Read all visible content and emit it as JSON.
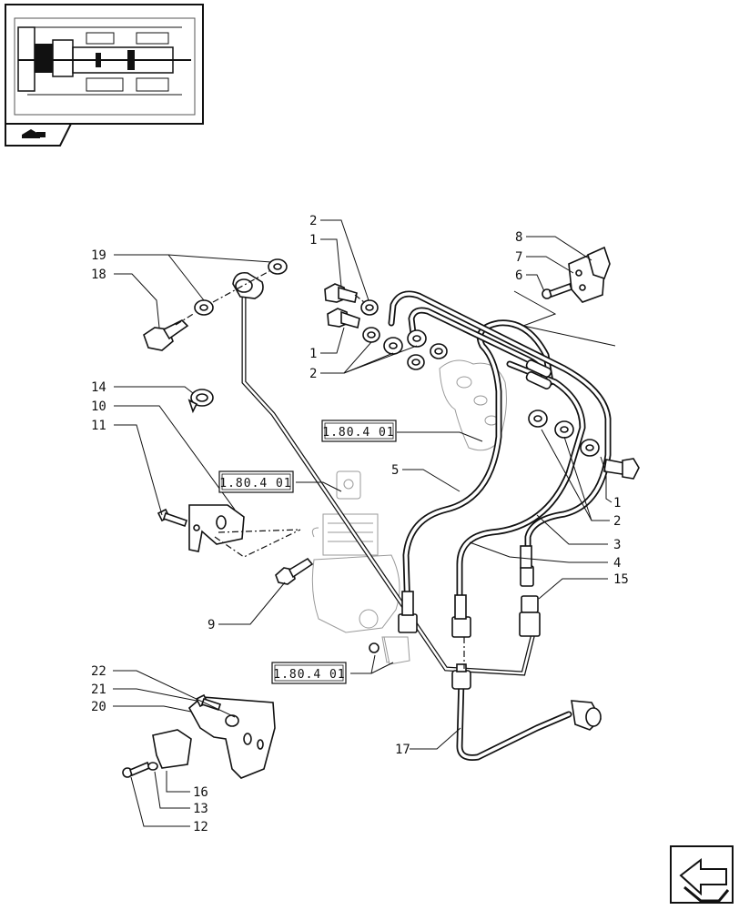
{
  "labels": {
    "l1a": "1",
    "l1b": "1",
    "l1c": "1",
    "l2a": "2",
    "l2b": "2",
    "l2c": "2",
    "l3": "3",
    "l4": "4",
    "l5": "5",
    "l6": "6",
    "l7": "7",
    "l8": "8",
    "l9": "9",
    "l10": "10",
    "l11": "11",
    "l12": "12",
    "l13": "13",
    "l14": "14",
    "l15": "15",
    "l16": "16",
    "l17": "17",
    "l18": "18",
    "l19": "19",
    "l20": "20",
    "l21": "21",
    "l22": "22"
  },
  "references": {
    "ref_a": "1.80.4 01",
    "ref_b": "1.80.4 01",
    "ref_c": "1.80.4 01"
  },
  "icons": {
    "thumbnail": "transmission-section-thumbnail",
    "tractor": "tractor-icon",
    "navigation": "next-page-arrow-icon"
  }
}
